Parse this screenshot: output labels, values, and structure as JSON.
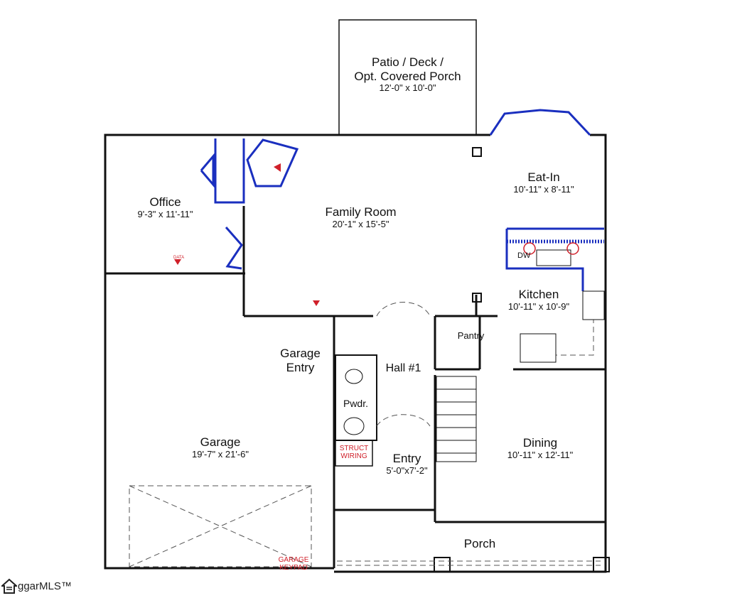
{
  "rooms": [
    {
      "name": "Patio / Deck /\nOpt. Covered Porch",
      "dims": "12'-0\" x 10'-0\""
    },
    {
      "name": "Eat-In",
      "dims": "10'-11\" x 8'-11\""
    },
    {
      "name": "Office",
      "dims": "9'-3\" x 11'-11\""
    },
    {
      "name": "Family Room",
      "dims": "20'-1\" x 15'-5\""
    },
    {
      "name": "Kitchen",
      "dims": "10'-11\" x 10'-9\""
    },
    {
      "name": "Pantry",
      "dims": ""
    },
    {
      "name": "Garage\nEntry",
      "dims": ""
    },
    {
      "name": "Hall #1",
      "dims": ""
    },
    {
      "name": "Pwdr.",
      "dims": ""
    },
    {
      "name": "Garage",
      "dims": "19'-7\" x 21'-6\""
    },
    {
      "name": "Entry",
      "dims": "5'-0\"x7'-2\""
    },
    {
      "name": "Dining",
      "dims": "10'-11\" x 12'-11\""
    },
    {
      "name": "Porch",
      "dims": ""
    }
  ],
  "annotations": {
    "dw": "DW",
    "data": "DATA",
    "struct_wiring": "STRUCT\nWIRING",
    "garage_keypad": "GARAGE\nKEYPAD"
  },
  "logo": {
    "text": "ggarMLS™",
    "icon": "house-icon"
  },
  "colors": {
    "wall": "#111111",
    "cabinet": "#1a2fbf",
    "electrical": "#d0202a"
  }
}
